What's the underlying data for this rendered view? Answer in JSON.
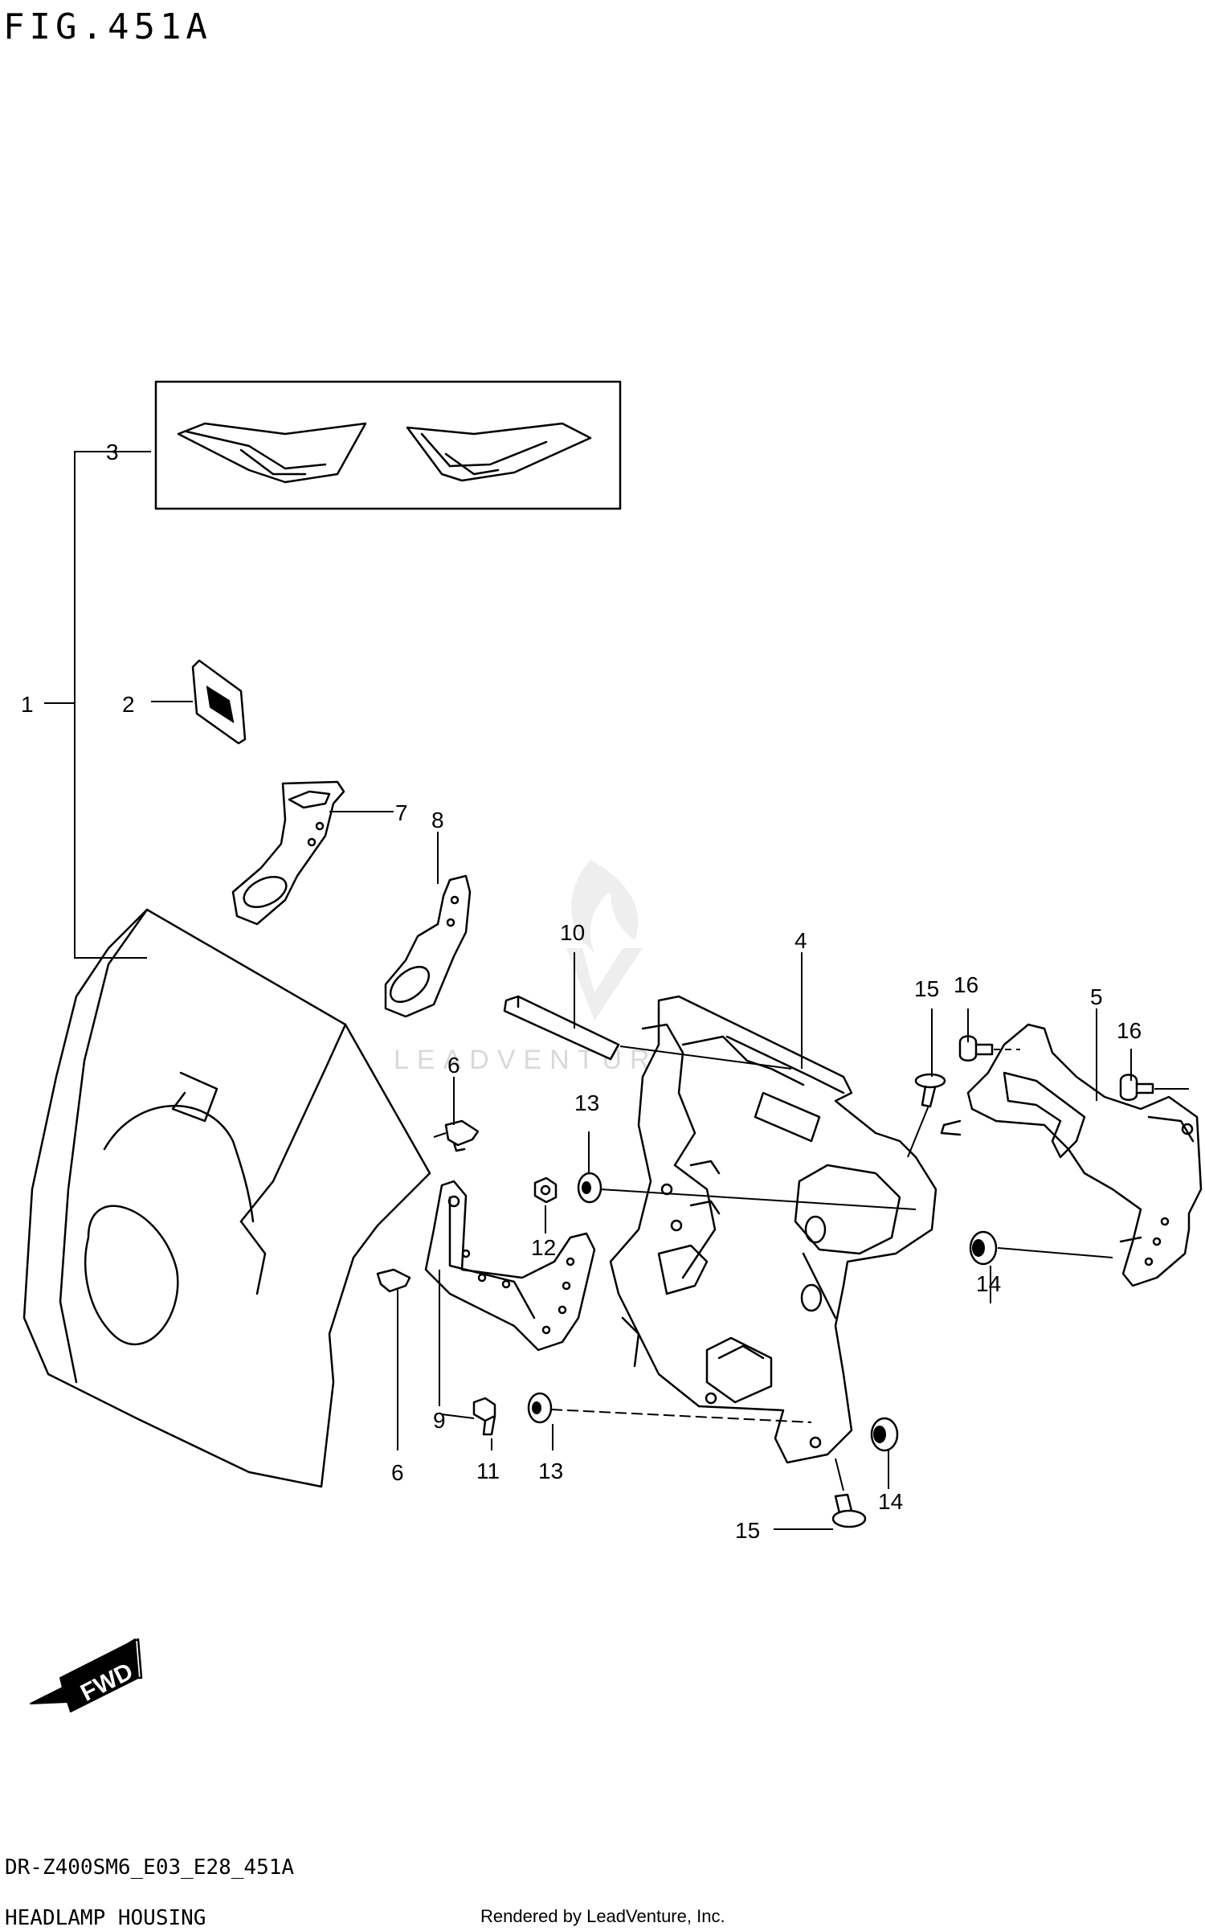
{
  "figure_title": "FIG.451A",
  "callouts": [
    "1",
    "2",
    "3",
    "4",
    "5",
    "6",
    "6",
    "7",
    "8",
    "9",
    "10",
    "11",
    "12",
    "13",
    "13",
    "14",
    "14",
    "15",
    "15",
    "16",
    "16"
  ],
  "footer": {
    "model_code": "DR-Z400SM6_E03_E28_451A",
    "section_name": "HEADLAMP HOUSING",
    "rendered_by": "Rendered by LeadVenture, Inc."
  },
  "direction_label": "FWD",
  "watermark_text": "LEADVENTURE"
}
